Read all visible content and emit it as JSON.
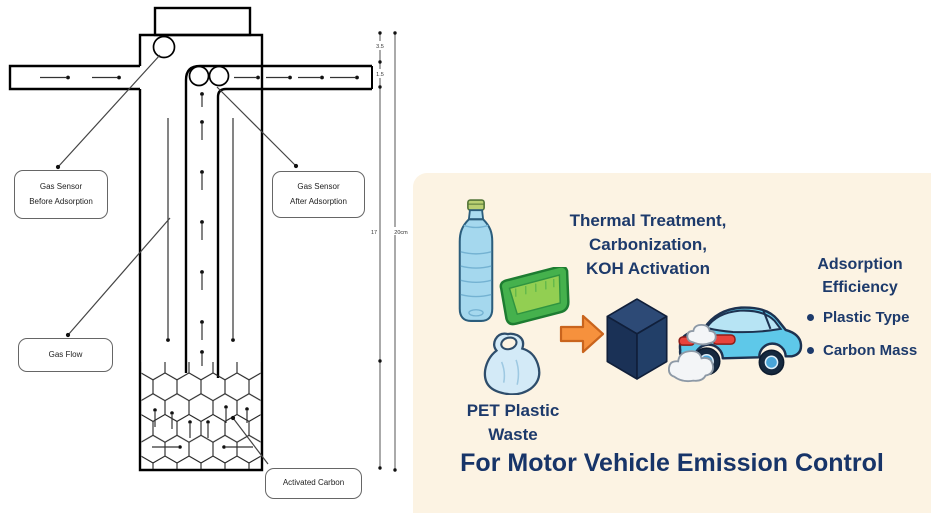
{
  "diagram": {
    "labels": {
      "sensor_before": "Gas Sensor\nBefore Adsorption",
      "sensor_after": "Gas Sensor\nAfter Adsorption",
      "gas_flow": "Gas Flow",
      "activated_carbon": "Activated Carbon"
    },
    "dimensions": {
      "seg1": "3.5",
      "seg2": "1.5",
      "seg3": "17",
      "total": "20cm"
    }
  },
  "infographic": {
    "colors": {
      "background": "#fcf3e3",
      "text": "#1d3a6b",
      "arrow": "#f6913d",
      "carbon_cube": "#203c64",
      "car_body": "#5ec8e9"
    },
    "process_steps": "Thermal Treatment,\nCarbonization,\nKOH Activation",
    "waste_label": "PET Plastic\nWaste",
    "efficiency": {
      "heading": "Adsorption\nEfficiency",
      "bullets": [
        {
          "label": "Plastic Type"
        },
        {
          "label": "Carbon Mass"
        }
      ]
    },
    "footer": "For Motor Vehicle Emission Control"
  }
}
